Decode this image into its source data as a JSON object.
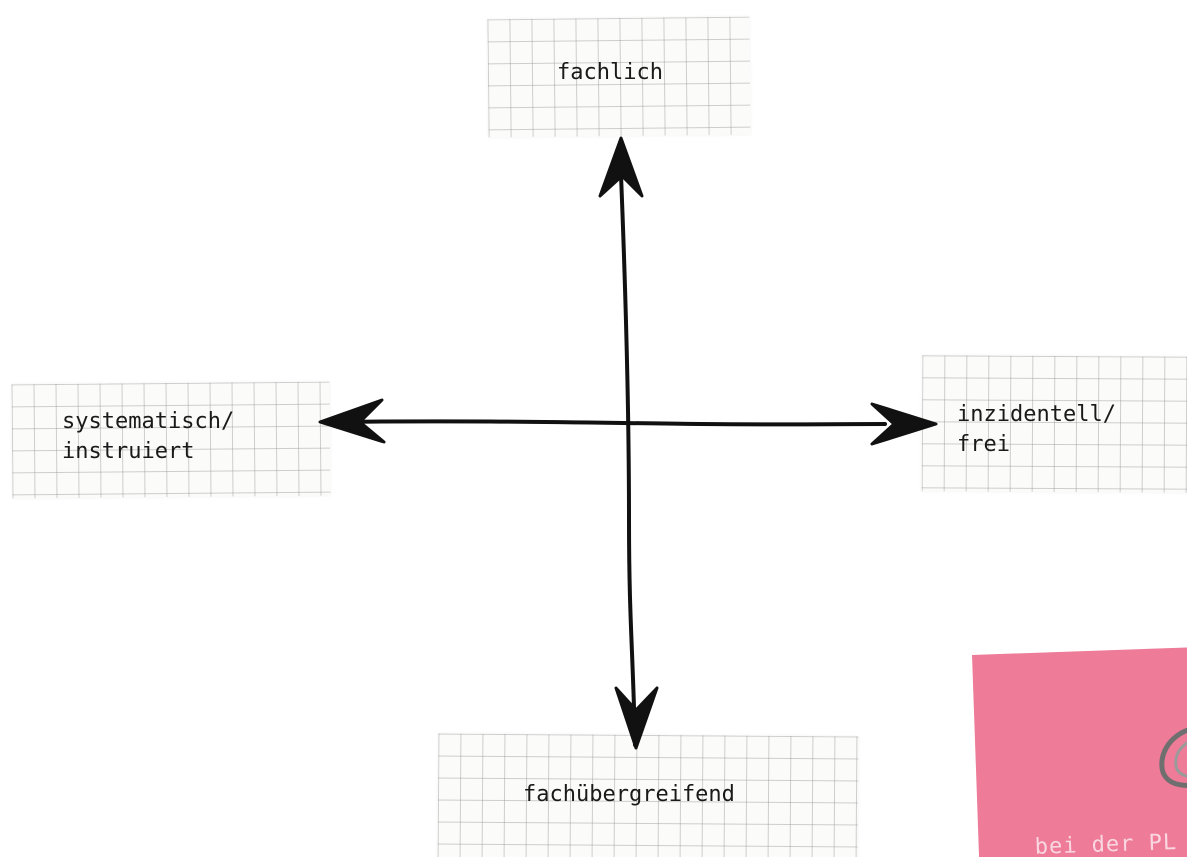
{
  "labels": {
    "top": "fachlich",
    "left_line1": "systematisch/",
    "left_line2": "instruiert",
    "right_line1": "inzidentell/",
    "right_line2": "frei",
    "bottom": "fachübergreifend"
  },
  "sticky_note": {
    "text": "bei der PL",
    "color": "#ee7b98"
  },
  "colors": {
    "arrow": "#111111",
    "grid_paper": "#fbfbf9"
  }
}
